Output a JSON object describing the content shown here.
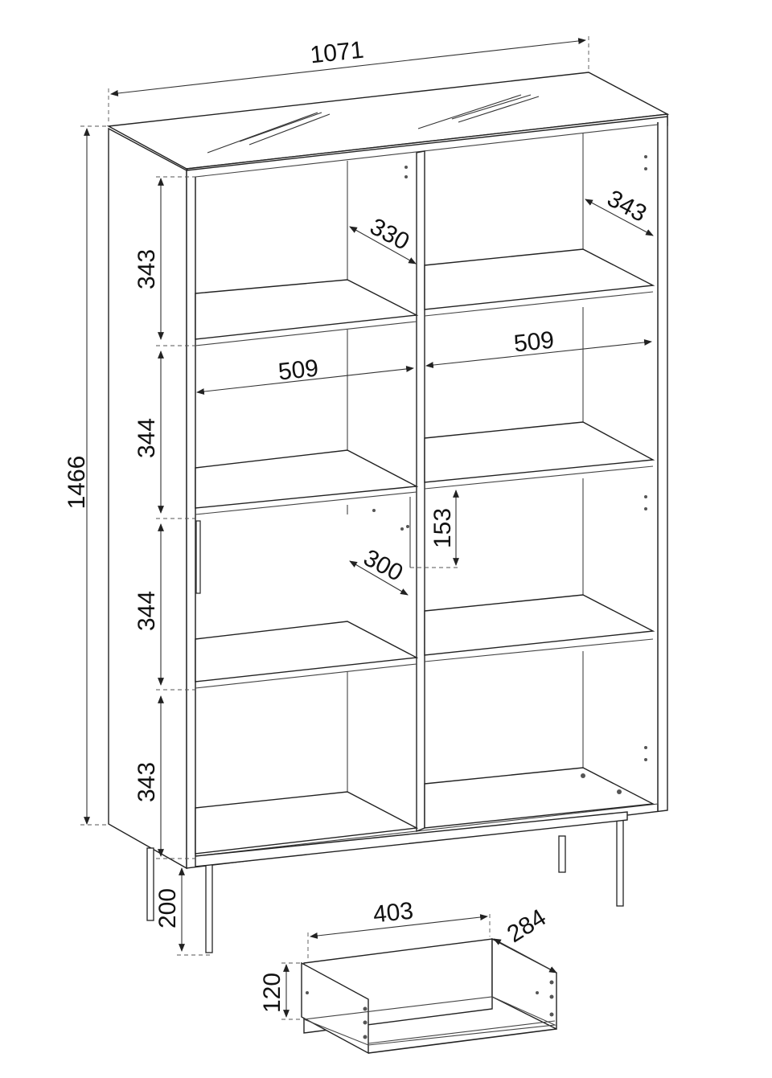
{
  "dimensions": {
    "total_width": "1071",
    "total_height": "1466",
    "compartment_height_1": "343",
    "compartment_height_2": "344",
    "compartment_height_3": "344",
    "compartment_height_4": "343",
    "leg_height": "200",
    "inner_width_left": "509",
    "inner_width_right": "509",
    "depth_left_top": "330",
    "depth_right_top": "343",
    "depth_lower": "300",
    "shelf_spacing": "153",
    "drawer_width": "403",
    "drawer_depth": "284",
    "drawer_height": "120"
  }
}
